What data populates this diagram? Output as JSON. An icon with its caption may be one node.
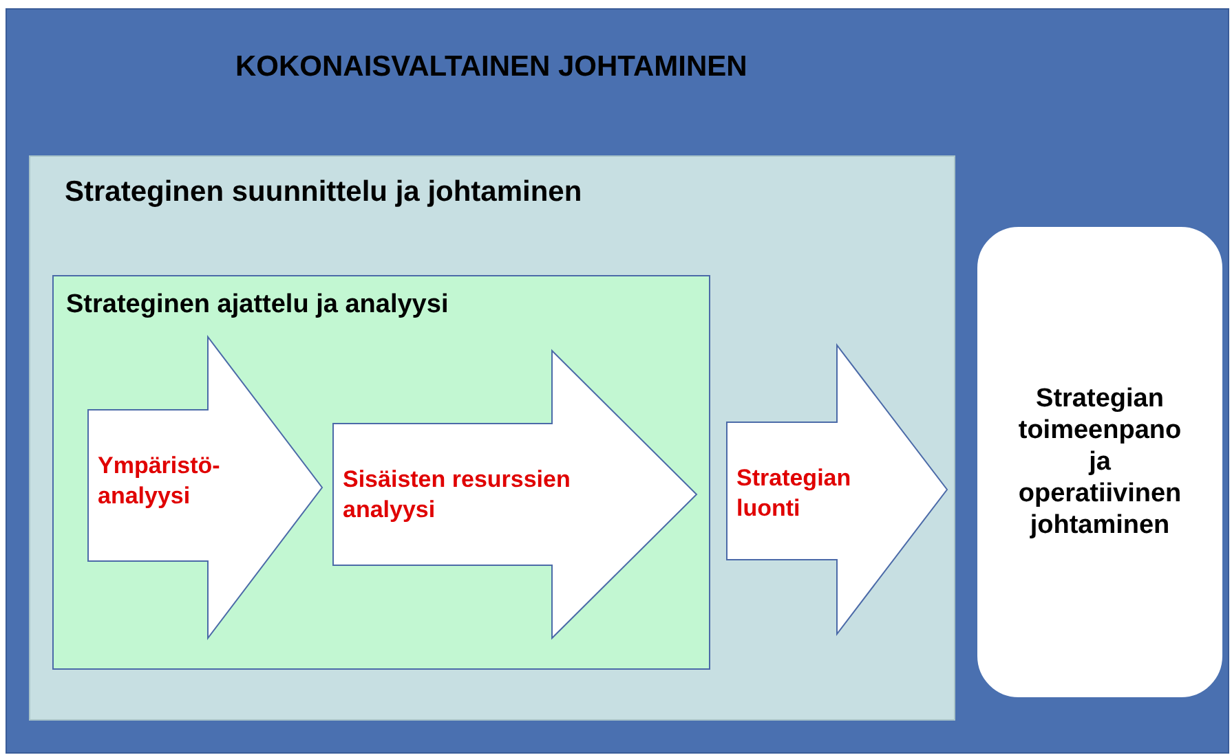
{
  "diagram": {
    "nodes": [
      {
        "text": [
          "KOKONAISVALTAINEN JOHTAMINEN"
        ]
      },
      {
        "text": [
          "Strateginen suunnittelu ja johtaminen"
        ],
        "in": 0
      },
      {
        "text": [
          "Strateginen ajattelu ja analyysi"
        ],
        "in": 1
      },
      {
        "text": [
          "Ympäristö- analyysi"
        ],
        "in": 2
      },
      {
        "text": [
          "Sisäisten resurssien analyysi"
        ],
        "in": 2
      },
      {
        "text": [
          "Strategian luonti"
        ],
        "in": 1
      },
      {
        "text": [
          "Strategian toimeenpano ja operatiivinen johtaminen"
        ],
        "in": 0
      }
    ]
  }
}
